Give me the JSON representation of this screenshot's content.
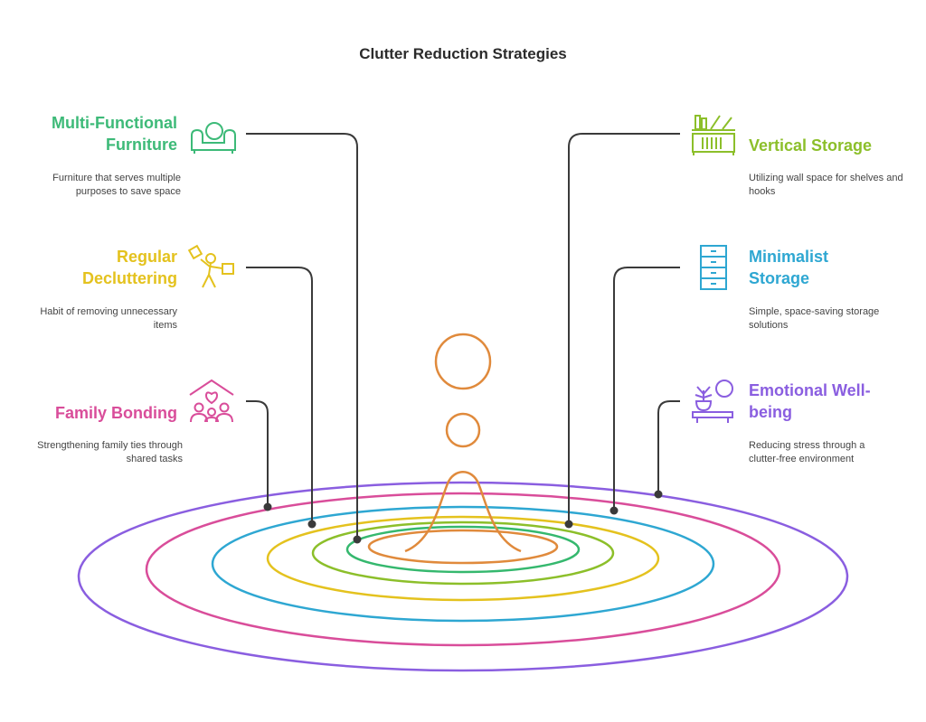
{
  "title": "Clutter Reduction Strategies",
  "strategies": [
    {
      "label": "Multi-Functional Furniture",
      "description": "Furniture that serves multiple purposes to save space",
      "icon": "sofa-icon",
      "color": "#3dba78"
    },
    {
      "label": "Regular Decluttering",
      "description": "Habit of removing unnecessary items",
      "icon": "person-tossing-box-icon",
      "color": "#e4c21e"
    },
    {
      "label": "Family Bonding",
      "description": "Strengthening family ties through shared tasks",
      "icon": "family-house-icon",
      "color": "#d94d9a"
    },
    {
      "label": "Vertical Storage",
      "description": "Utilizing wall space for shelves and hooks",
      "icon": "wall-shelf-icon",
      "color": "#8cbf2a"
    },
    {
      "label": "Minimalist Storage",
      "description": "Simple, space-saving storage solutions",
      "icon": "storage-cabinet-icon",
      "color": "#2ea7d2"
    },
    {
      "label": "Emotional Well-being",
      "description": "Reducing stress through a clutter-free environment",
      "icon": "plant-table-icon",
      "color": "#8a5ee0"
    }
  ],
  "colors": {
    "drop": "#e08a3c",
    "rings": [
      "#e08a3c",
      "#35b86e",
      "#8cbf2a",
      "#e4c21e",
      "#2ea7d2",
      "#d94d9a",
      "#8a5ee0"
    ],
    "connector": "#3a3a3a"
  }
}
